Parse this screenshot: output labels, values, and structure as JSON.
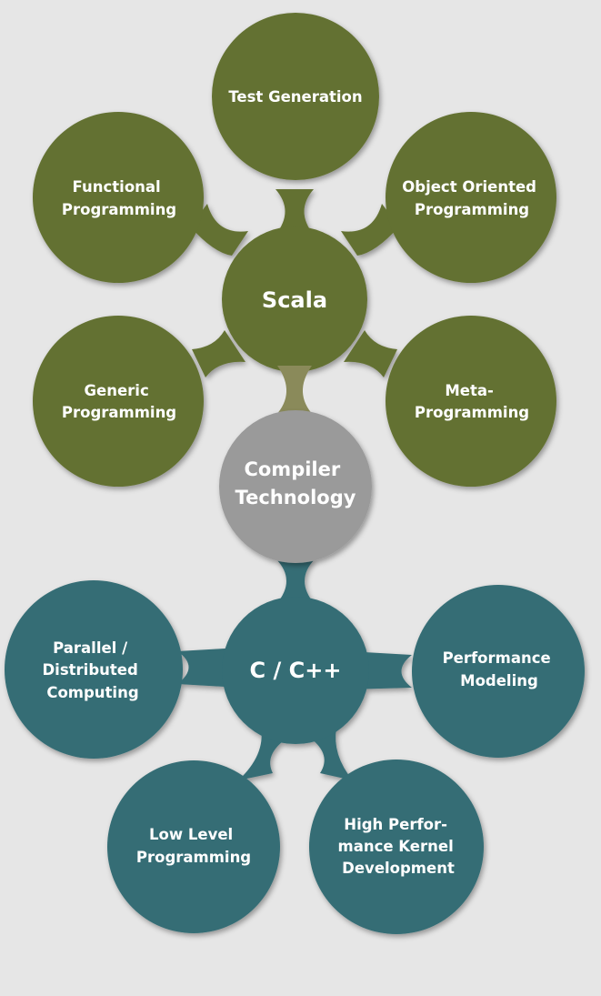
{
  "colors": {
    "background": "#e6e6e6",
    "scala_green": "#637132",
    "compiler_gray": "#9a9a9a",
    "cpp_teal": "#346d75",
    "label_text": "#ffffff"
  },
  "diagram": {
    "scala": {
      "hub": {
        "lines": [
          "Scala"
        ]
      },
      "satellites": [
        {
          "id": "test-generation",
          "lines": [
            "Test Generation"
          ]
        },
        {
          "id": "functional-programming",
          "lines": [
            "Functional",
            "Programming"
          ]
        },
        {
          "id": "object-oriented-programming",
          "lines": [
            "Object Oriented",
            "Programming"
          ]
        },
        {
          "id": "generic-programming",
          "lines": [
            "Generic",
            "Programming"
          ]
        },
        {
          "id": "meta-programming",
          "lines": [
            "Meta-",
            "Programming"
          ]
        }
      ]
    },
    "compiler": {
      "lines": [
        "Compiler",
        "Technology"
      ]
    },
    "cpp": {
      "hub": {
        "lines": [
          "C / C++"
        ]
      },
      "satellites": [
        {
          "id": "parallel-distributed-computing",
          "lines": [
            "Parallel /",
            "Distributed",
            "Computing"
          ]
        },
        {
          "id": "performance-modeling",
          "lines": [
            "Performance",
            "Modeling"
          ]
        },
        {
          "id": "low-level-programming",
          "lines": [
            "Low Level",
            "Programming"
          ]
        },
        {
          "id": "high-performance-kernel-development",
          "lines": [
            "High Perfor-",
            "mance Kernel",
            "Development"
          ]
        }
      ]
    }
  }
}
